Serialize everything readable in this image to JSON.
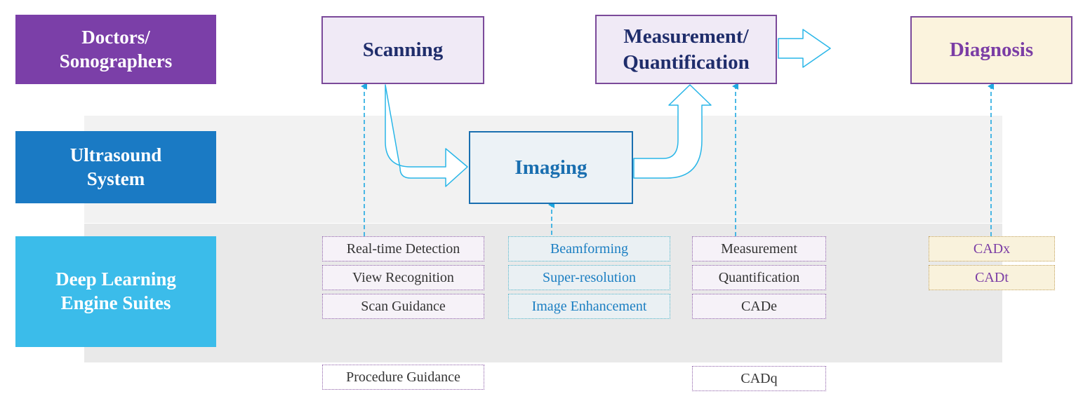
{
  "roles": {
    "doctors": "Doctors/\nSonographers",
    "system": "Ultrasound\nSystem",
    "engines": "Deep Learning\nEngine Suites"
  },
  "stages": {
    "scanning": "Scanning",
    "imaging": "Imaging",
    "measurement": "Measurement/\nQuantification",
    "diagnosis": "Diagnosis"
  },
  "engines": {
    "scanning": [
      "Real-time Detection",
      "View Recognition",
      "Scan Guidance"
    ],
    "scanning_extra": "Procedure Guidance",
    "imaging": [
      "Beamforming",
      "Super-resolution",
      "Image Enhancement"
    ],
    "measurement": [
      "Measurement",
      "Quantification",
      "CADe"
    ],
    "measurement_extra": "CADq",
    "diagnosis": [
      "CADx",
      "CADt"
    ]
  },
  "colors": {
    "doctors": "#7b3fa8",
    "system": "#1a7ac4",
    "engines": "#3bbcea",
    "arrow": "#29b6e8",
    "dashed_arrow": "#1fa8e0"
  }
}
